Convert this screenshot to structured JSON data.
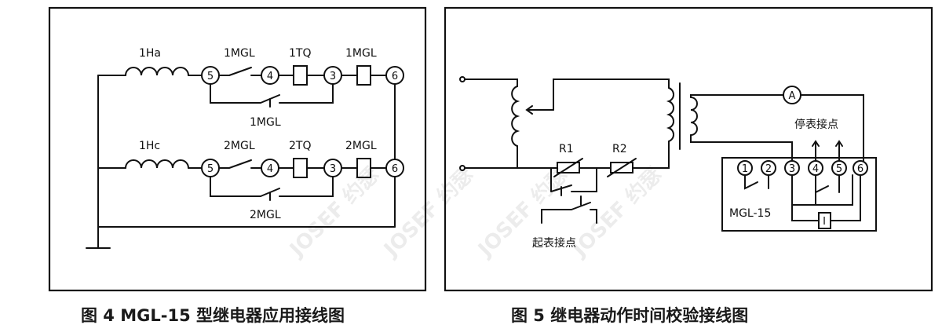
{
  "figure4": {
    "caption": "图 4 MGL-15 型继电器应用接线图",
    "row1": {
      "coil": "1Ha",
      "contact": "1MGL",
      "trip": "1TQ",
      "relay": "1MGL",
      "bypass": "1MGL"
    },
    "row2": {
      "coil": "1Hc",
      "contact": "2MGL",
      "trip": "2TQ",
      "relay": "2MGL",
      "bypass": "2MGL"
    },
    "terminals": [
      "5",
      "4",
      "3",
      "6"
    ]
  },
  "figure5": {
    "caption": "图 5 继电器动作时间校验接线图",
    "resistor_labels": [
      "R1",
      "R2"
    ],
    "ammeter": "A",
    "start_contacts": "起表接点",
    "stop_contacts": "停表接点",
    "relay_model": "MGL-15",
    "terminals": [
      "1",
      "2",
      "3",
      "4",
      "5",
      "6"
    ],
    "coil_box": "I"
  },
  "watermark": "JOSEF 约瑟"
}
